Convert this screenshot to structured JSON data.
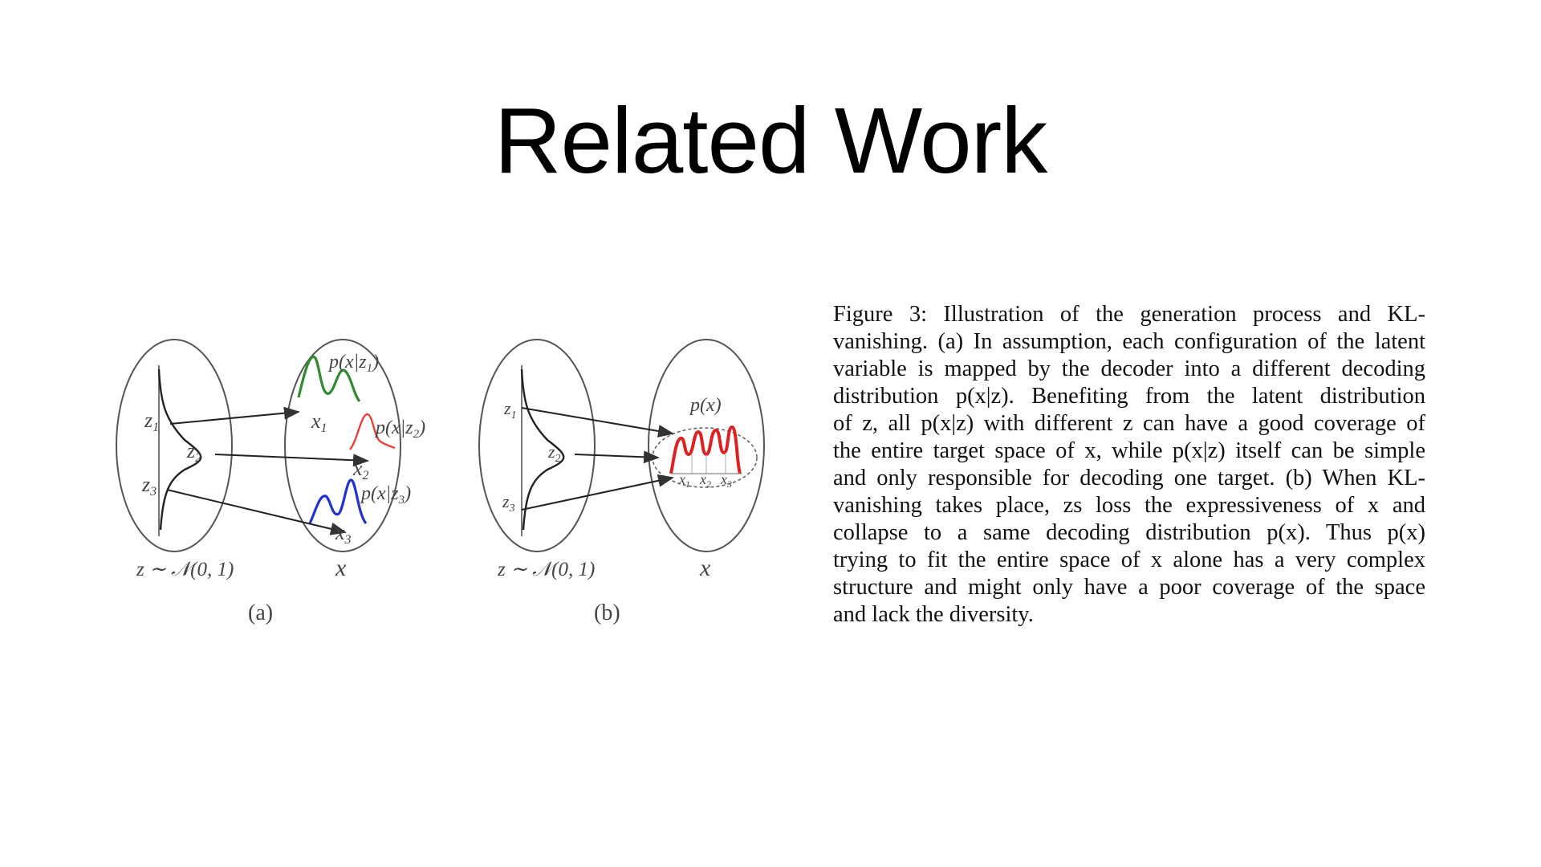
{
  "slide": {
    "title": "Related Work"
  },
  "figure": {
    "panel_a": {
      "panel_label": "(a)",
      "latent_label": "z ∼ 𝒩(0, 1)",
      "target_label": "x",
      "latent_points": [
        "z1",
        "z2",
        "z3"
      ],
      "target_points": [
        "x1",
        "x2",
        "x3"
      ],
      "distribution_labels": [
        "p(x|z1)",
        "p(x|z2)",
        "p(x|z3)"
      ],
      "distribution_colors": [
        "#2e8b2e",
        "#e8413a",
        "#2233cc"
      ]
    },
    "panel_b": {
      "panel_label": "(b)",
      "latent_label": "z ∼ 𝒩(0, 1)",
      "target_label": "x",
      "latent_points": [
        "z1",
        "z2",
        "z3"
      ],
      "target_points": [
        "x1",
        "x2",
        "x3"
      ],
      "distribution_label": "p(x)",
      "distribution_color": "#e02020"
    }
  },
  "caption": {
    "lines": [
      "Figure 3: Illustration of the generation process and KL-",
      "vanishing. (a) In assumption, each configuration of the latent",
      "variable is mapped by the decoder into a different decoding",
      "distribution p(x|z). Benefiting from the latent distribution",
      "of z, all p(x|z) with different z can have a good coverage of",
      "the entire target space of x, while p(x|z) itself can be simple",
      "and only responsible for decoding one target. (b) When KL-",
      "vanishing takes place, zs loss the expressiveness of x and",
      "collapse to a same decoding distribution p(x). Thus p(x)",
      "trying to fit the entire space of x alone has a very complex",
      "structure and might only have a poor coverage of the space",
      "and lack the diversity."
    ]
  }
}
